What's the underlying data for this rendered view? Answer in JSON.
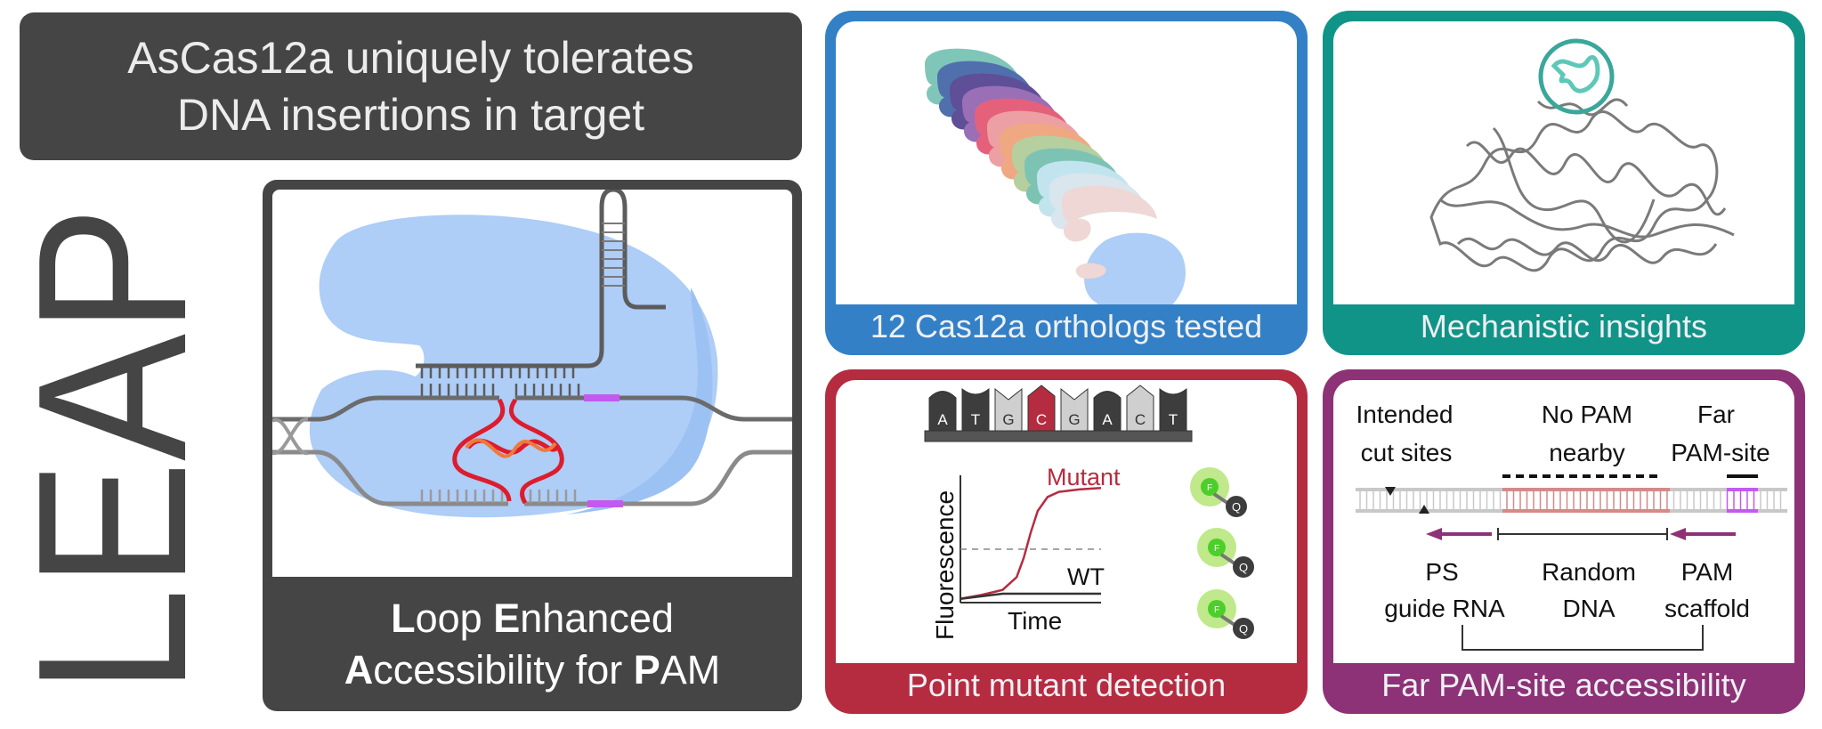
{
  "title": {
    "line1": "AsCas12a uniquely tolerates",
    "line2": "DNA insertions in target"
  },
  "acronym": "LEAP",
  "leap_box": {
    "caption_line1": [
      {
        "text": "L",
        "bold": true
      },
      {
        "text": "oop ",
        "bold": false
      },
      {
        "text": "E",
        "bold": true
      },
      {
        "text": "nhanced",
        "bold": false
      }
    ],
    "caption_line2": [
      {
        "text": "A",
        "bold": true
      },
      {
        "text": "ccessibility for ",
        "bold": false
      },
      {
        "text": "P",
        "bold": true
      },
      {
        "text": "AM",
        "bold": false
      }
    ],
    "l1_a": "L",
    "l1_b": "oop ",
    "l1_c": "E",
    "l1_d": "nhanced",
    "l2_a": "A",
    "l2_b": "ccessibility for ",
    "l2_c": "P",
    "l2_d": "AM"
  },
  "panels": {
    "orthologs": {
      "caption": "12 Cas12a orthologs tested",
      "color": "#3380c6",
      "ortholog_colors": [
        "#7fc6b8",
        "#5070ad",
        "#5e4f98",
        "#9a6fb6",
        "#e5617b",
        "#eda0a4",
        "#f0a883",
        "#b6cf9f",
        "#7dc3b4",
        "#c2e4ee",
        "#d9e6ee",
        "#eed7d4",
        "#aecdf7"
      ]
    },
    "mechanism": {
      "caption": "Mechanistic insights",
      "color": "#119488",
      "highlight_color": "#5ec8b8"
    },
    "point_mutant": {
      "caption": "Point mutant detection",
      "color": "#b52c40",
      "sequence": [
        {
          "base": "A",
          "style": "dark"
        },
        {
          "base": "T",
          "style": "dark"
        },
        {
          "base": "G",
          "style": "light"
        },
        {
          "base": "C",
          "style": "mutant"
        },
        {
          "base": "G",
          "style": "light"
        },
        {
          "base": "A",
          "style": "dark"
        },
        {
          "base": "C",
          "style": "light"
        },
        {
          "base": "T",
          "style": "dark"
        }
      ],
      "reporter_labels": {
        "fluor": "F",
        "quencher": "Q"
      },
      "chart_data": {
        "type": "line",
        "title": "",
        "xlabel": "Time",
        "ylabel": "Fluorescence",
        "threshold": 0.42,
        "series": [
          {
            "name": "Mutant",
            "color": "#b52c40",
            "x": [
              0,
              0.15,
              0.3,
              0.4,
              0.45,
              0.5,
              0.55,
              0.62,
              0.7,
              0.85,
              1.0
            ],
            "y": [
              0.03,
              0.06,
              0.1,
              0.2,
              0.35,
              0.55,
              0.72,
              0.83,
              0.87,
              0.89,
              0.9
            ]
          },
          {
            "name": "WT",
            "color": "#333333",
            "x": [
              0,
              0.3,
              0.6,
              1.0
            ],
            "y": [
              0.03,
              0.07,
              0.07,
              0.07
            ]
          }
        ],
        "xlim": [
          0,
          1
        ],
        "ylim": [
          0,
          1
        ]
      }
    },
    "far_pam": {
      "caption": "Far PAM-site accessibility",
      "color": "#8d3276",
      "labels": {
        "intended_1": "Intended",
        "intended_2": "cut sites",
        "nopam_1": "No PAM",
        "nopam_2": "nearby",
        "farpam_1": "Far",
        "farpam_2": "PAM-site",
        "ps_1": "PS",
        "ps_2": "guide RNA",
        "random_1": "Random",
        "random_2": "DNA",
        "pamscaf_1": "PAM",
        "pamscaf_2": "scaffold"
      },
      "segment_colors": {
        "backbone": "#c8c8c8",
        "random": "#d38a88",
        "pam": "#c35af0",
        "arrow": "#8d3276"
      }
    }
  }
}
